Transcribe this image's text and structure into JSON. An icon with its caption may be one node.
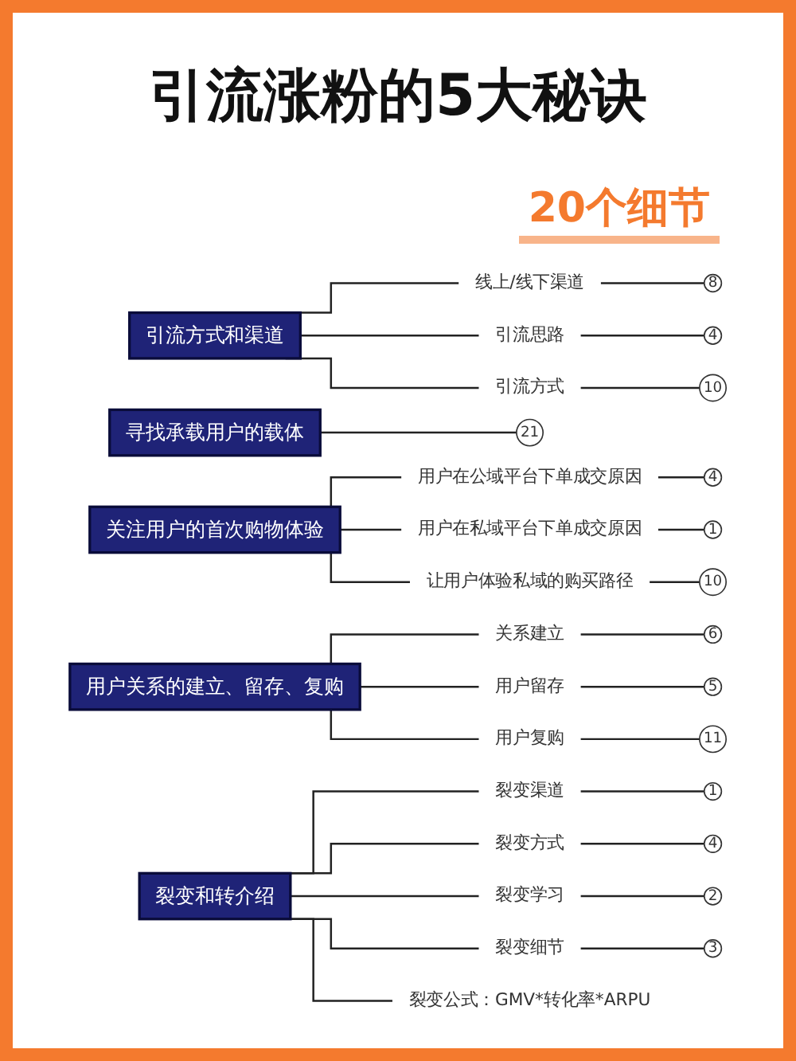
{
  "diagram": {
    "title": "引流涨粉的5大秘诀",
    "nodes": [
      {
        "text": [
          "引流方式和渠道"
        ]
      },
      {
        "text": [
          "线上/线下渠道"
        ]
      },
      {
        "text": [
          "8"
        ]
      },
      {
        "text": [
          "引流思路"
        ]
      },
      {
        "text": [
          "4"
        ]
      },
      {
        "text": [
          "引流方式"
        ]
      },
      {
        "text": [
          "10"
        ]
      },
      {
        "text": [
          "寻找承载用户的载体"
        ]
      },
      {
        "text": [
          "21"
        ]
      },
      {
        "text": [
          "关注用户的首次购物体验"
        ]
      },
      {
        "text": [
          "用户在公域平台下单成交原因"
        ]
      },
      {
        "text": [
          "4"
        ]
      },
      {
        "text": [
          "用户在私域平台下单成交原因"
        ]
      },
      {
        "text": [
          "1"
        ]
      },
      {
        "text": [
          "让用户体验私域的购买路径"
        ]
      },
      {
        "text": [
          "10"
        ]
      },
      {
        "text": [
          "用户关系的建立、留存、复购"
        ]
      },
      {
        "text": [
          "关系建立"
        ]
      },
      {
        "text": [
          "6"
        ]
      },
      {
        "text": [
          "用户留存"
        ]
      },
      {
        "text": [
          "5"
        ]
      },
      {
        "text": [
          "用户复购"
        ]
      },
      {
        "text": [
          "11"
        ]
      },
      {
        "text": [
          "裂变和转介绍"
        ]
      },
      {
        "text": [
          "裂变渠道"
        ]
      },
      {
        "text": [
          "1"
        ]
      },
      {
        "text": [
          "裂变方式"
        ]
      },
      {
        "text": [
          "4"
        ]
      },
      {
        "text": [
          "裂变学习"
        ]
      },
      {
        "text": [
          "2"
        ]
      },
      {
        "text": [
          "裂变细节"
        ]
      },
      {
        "text": [
          "3"
        ]
      },
      {
        "text": [
          "裂变公式：GMV*转化率*ARPU"
        ]
      }
    ],
    "edges": [
      {
        "from": 0,
        "to": 1,
        "arrow": "none"
      },
      {
        "from": 1,
        "to": 2,
        "arrow": "none"
      },
      {
        "from": 0,
        "to": 3,
        "arrow": "none"
      },
      {
        "from": 3,
        "to": 4,
        "arrow": "none"
      },
      {
        "from": 0,
        "to": 5,
        "arrow": "none"
      },
      {
        "from": 5,
        "to": 6,
        "arrow": "none"
      },
      {
        "from": 7,
        "to": 8,
        "arrow": "none"
      },
      {
        "from": 9,
        "to": 10,
        "arrow": "none"
      },
      {
        "from": 10,
        "to": 11,
        "arrow": "none"
      },
      {
        "from": 9,
        "to": 12,
        "arrow": "none"
      },
      {
        "from": 12,
        "to": 13,
        "arrow": "none"
      },
      {
        "from": 9,
        "to": 14,
        "arrow": "none"
      },
      {
        "from": 14,
        "to": 15,
        "arrow": "none"
      },
      {
        "from": 16,
        "to": 17,
        "arrow": "none"
      },
      {
        "from": 17,
        "to": 18,
        "arrow": "none"
      },
      {
        "from": 16,
        "to": 19,
        "arrow": "none"
      },
      {
        "from": 19,
        "to": 20,
        "arrow": "none"
      },
      {
        "from": 16,
        "to": 21,
        "arrow": "none"
      },
      {
        "from": 21,
        "to": 22,
        "arrow": "none"
      },
      {
        "from": 23,
        "to": 24,
        "arrow": "none"
      },
      {
        "from": 24,
        "to": 25,
        "arrow": "none"
      },
      {
        "from": 23,
        "to": 26,
        "arrow": "none"
      },
      {
        "from": 26,
        "to": 27,
        "arrow": "none"
      },
      {
        "from": 23,
        "to": 28,
        "arrow": "none"
      },
      {
        "from": 28,
        "to": 29,
        "arrow": "none"
      },
      {
        "from": 23,
        "to": 30,
        "arrow": "none"
      },
      {
        "from": 30,
        "to": 31,
        "arrow": "none"
      },
      {
        "from": 23,
        "to": 32,
        "arrow": "none"
      }
    ],
    "labels": [
      "20个细节"
    ]
  }
}
